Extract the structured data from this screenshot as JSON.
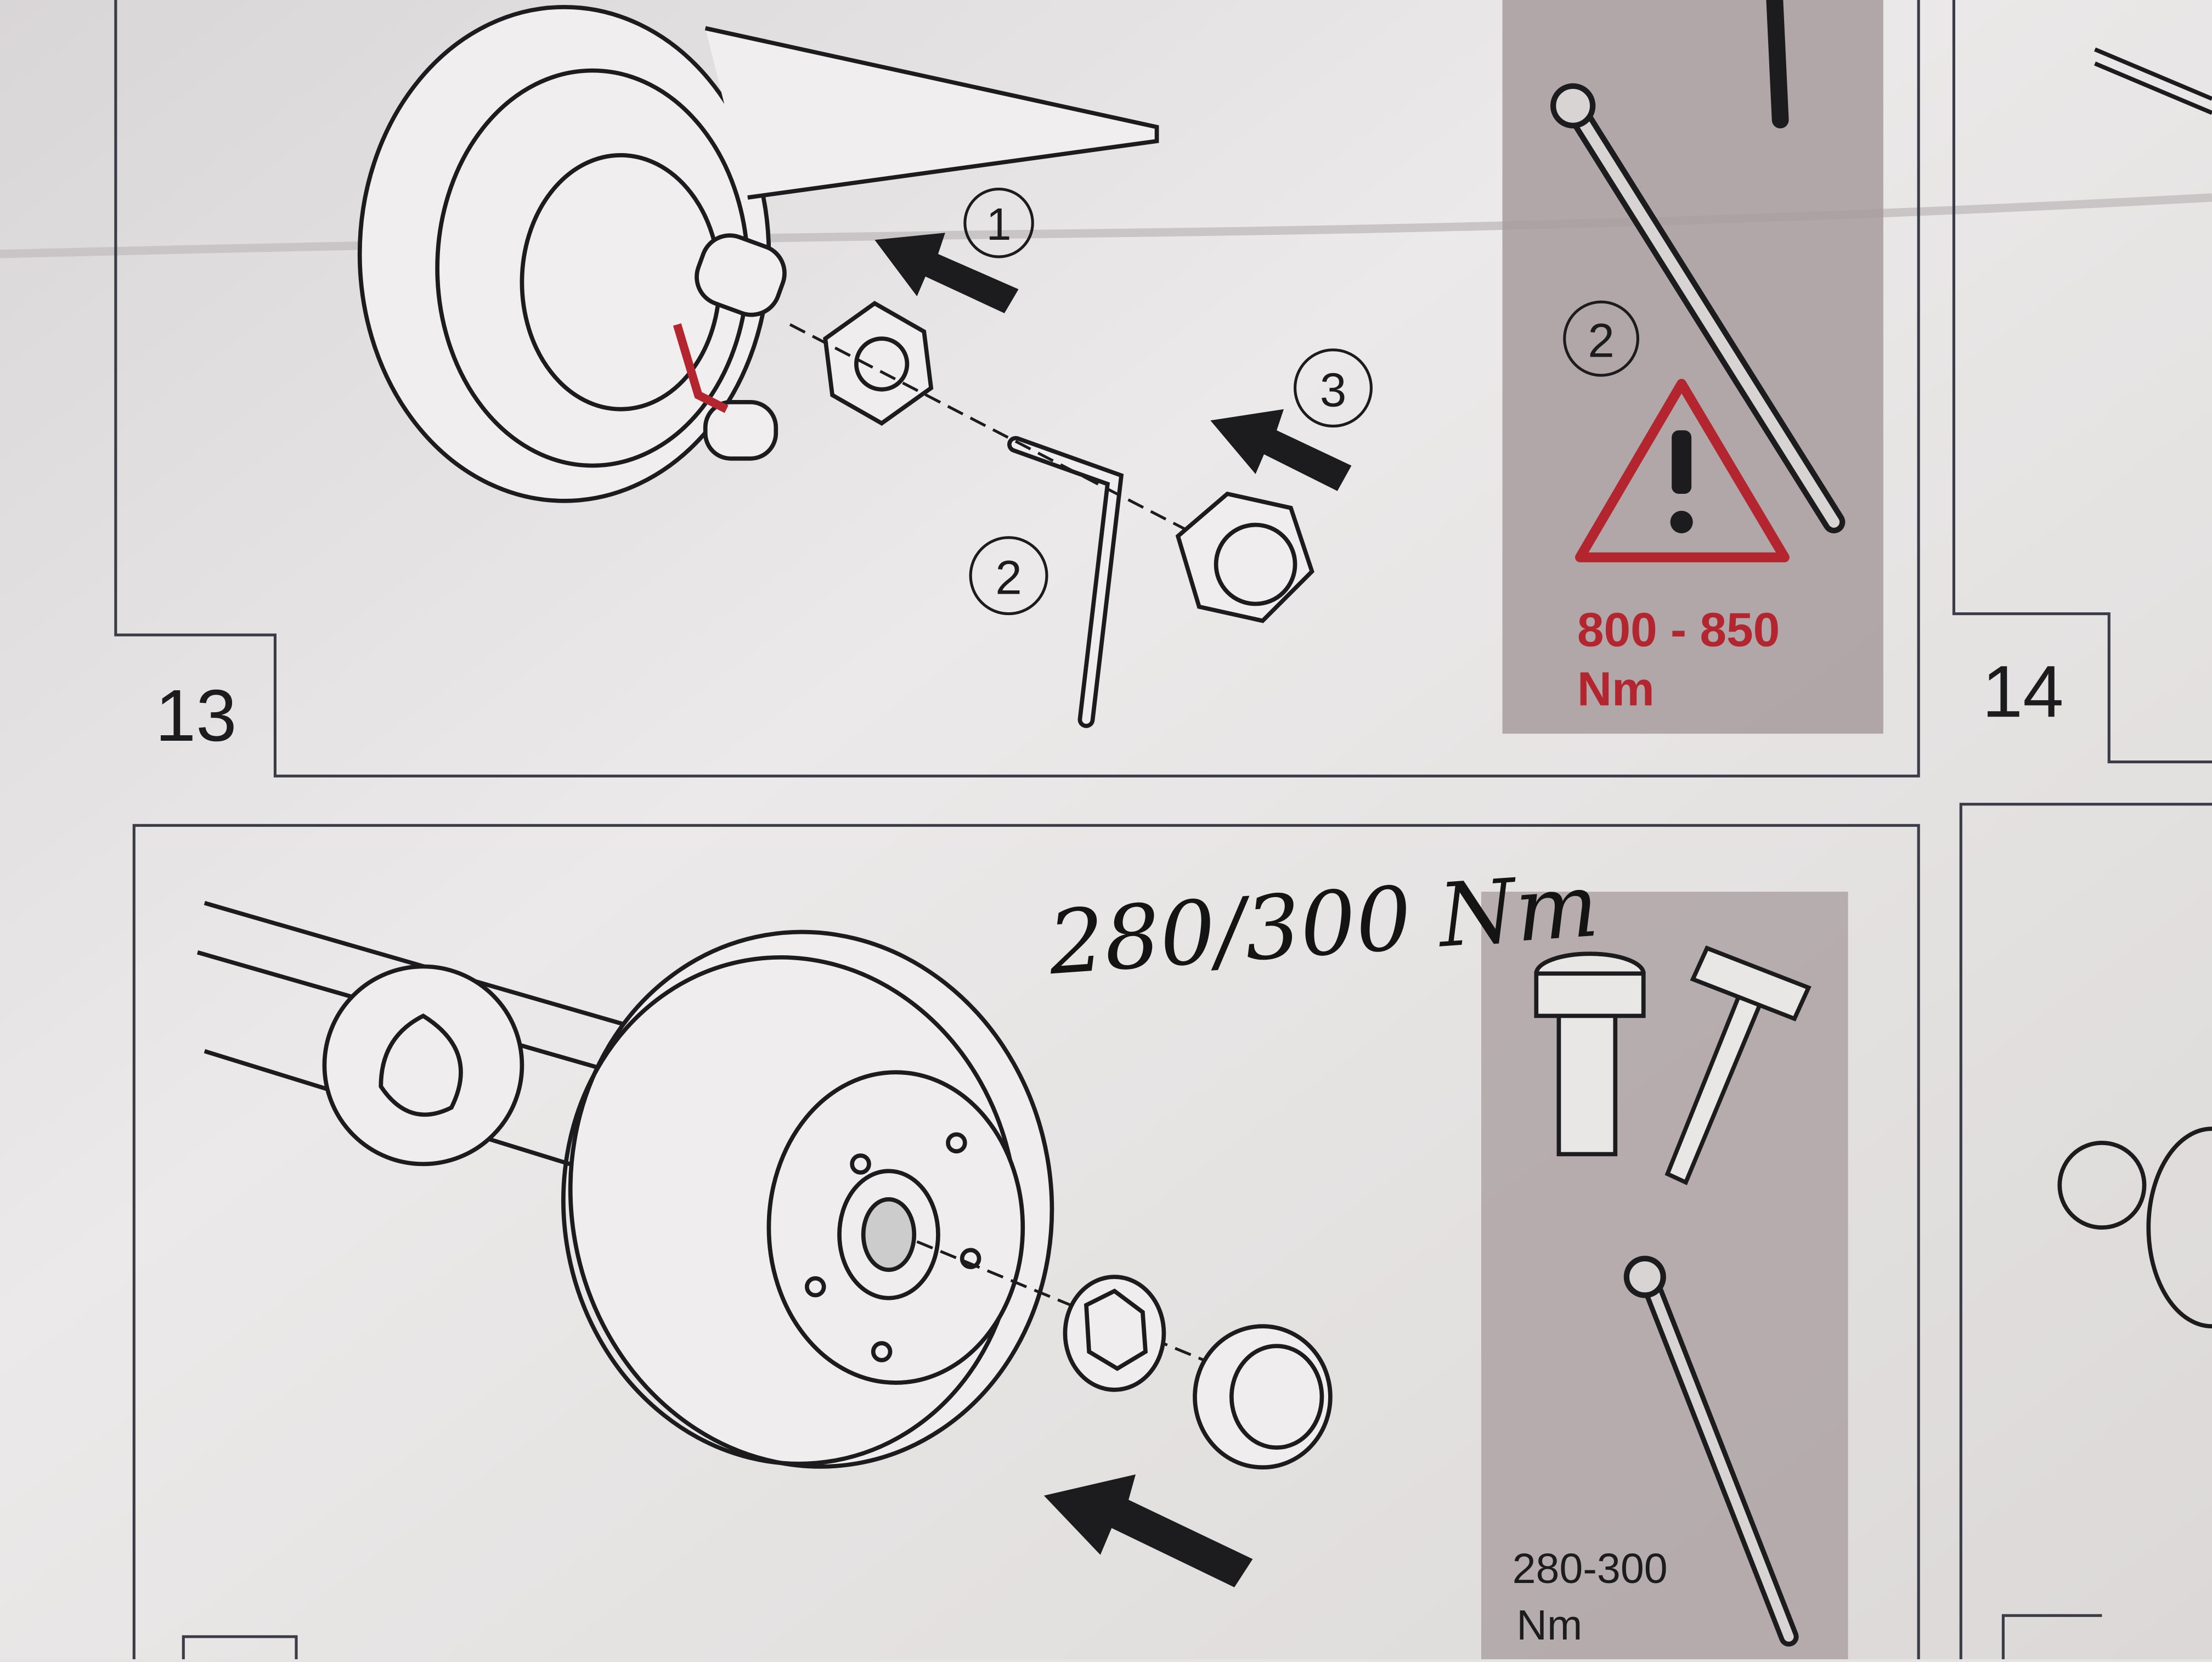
{
  "step_top": {
    "number": "13",
    "callouts": [
      "1",
      "2",
      "3"
    ],
    "tool_panel": {
      "callout": "2",
      "warning_icon": "warning-triangle-icon",
      "torque_value": "800 - 850",
      "torque_unit": "Nm"
    }
  },
  "step_right": {
    "number": "14"
  },
  "step_bottom": {
    "handwritten_note": "280/300 Nm",
    "tool_panel": {
      "torque_value": "280-300",
      "torque_unit": "Nm"
    }
  },
  "colors": {
    "paper": "#e6e3e3",
    "tool_panel": "#a79b9e",
    "ink": "#1c1c1e",
    "warning_red": "#b3262f"
  }
}
